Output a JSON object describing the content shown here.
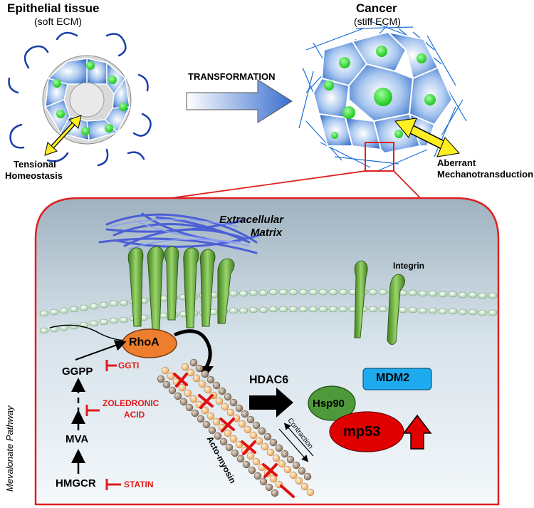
{
  "top": {
    "epithelial_title": "Epithelial tissue",
    "epithelial_sub": "(soft ECM)",
    "cancer_title": "Cancer",
    "cancer_sub": "(stiff ECM)",
    "transformation": "TRANSFORMATION",
    "tensional_line1": "Tensional",
    "tensional_line2": "Homeostasis",
    "aberrant_line1": "Aberrant",
    "aberrant_line2": "Mechanotransduction"
  },
  "panel": {
    "ecm_line1": "Extracellular",
    "ecm_line2": "Matrix",
    "integrin": "Integrin",
    "rhoa": "RhoA",
    "ggpp": "GGPP",
    "ggti": "GGTI",
    "zoledronic_line1": "ZOLEDRONIC",
    "zoledronic_line2": "ACID",
    "mva": "MVA",
    "hmgcr": "HMGCR",
    "statin": "STATIN",
    "mevalonate": "Mevalonate Pathway",
    "actomyosin": "Acto-myosin",
    "contraction": "Contraction",
    "hdac6": "HDAC6",
    "mdm2": "MDM2",
    "hsp90": "Hsp90",
    "mp53": "mp53"
  },
  "colors": {
    "panel_border": "#e02020",
    "cell_blue": "#5b8fd6",
    "nucleus_green": "#22dd22",
    "integrin_green": "#5aa02c",
    "rhoa_orange": "#ee7d2e",
    "mdm2_blue": "#1eaaee",
    "hsp90_green": "#4e9a3a",
    "mp53_red": "#e00000",
    "inhibitor_red": "#e11b1b"
  }
}
